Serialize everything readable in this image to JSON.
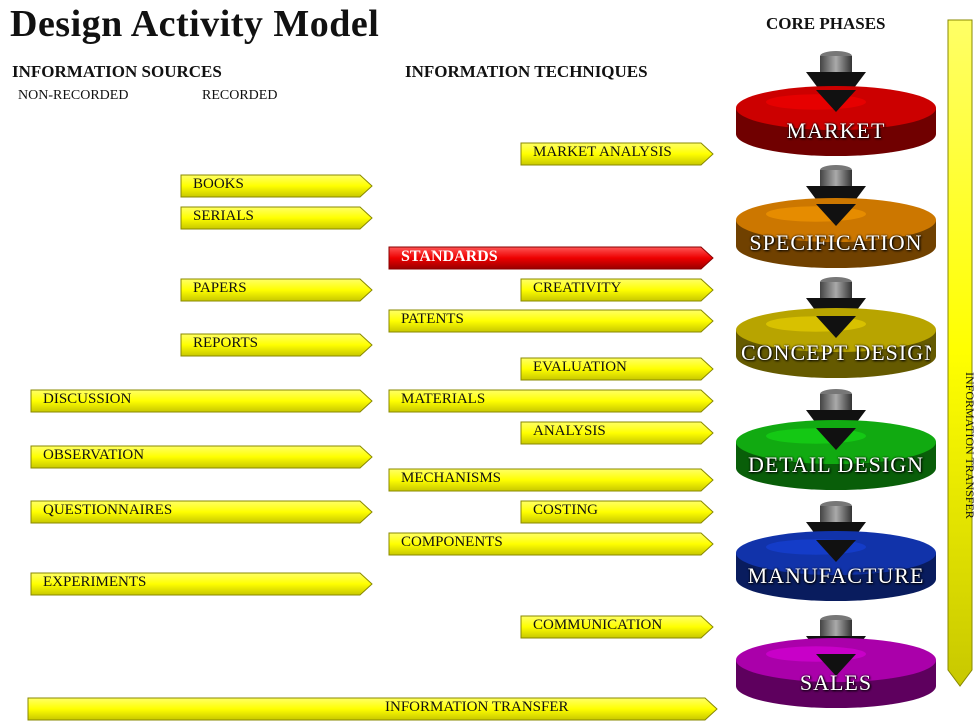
{
  "title": "Design Activity Model",
  "headers": {
    "sources": "INFORMATION SOURCES",
    "techniques": "INFORMATION TECHNIQUES",
    "core": "CORE PHASES",
    "non_recorded": "NON-RECORDED",
    "recorded": "RECORDED"
  },
  "colors": {
    "arrow_fill": "#ffff00",
    "arrow_red": "#ee0000",
    "market": "#cc0000",
    "specification": "#cc7700",
    "concept": "#b8a400",
    "detail": "#11aa11",
    "manufacture": "#1133aa",
    "sales": "#aa00aa",
    "down_arrow": "#555555"
  },
  "recorded_sources": [
    {
      "label": "BOOKS"
    },
    {
      "label": "SERIALS"
    },
    {
      "label": "PAPERS"
    },
    {
      "label": "REPORTS"
    }
  ],
  "non_recorded_sources": [
    {
      "label": "DISCUSSION"
    },
    {
      "label": "OBSERVATION"
    },
    {
      "label": "QUESTIONNAIRES"
    },
    {
      "label": "EXPERIMENTS"
    }
  ],
  "techniques_left": [
    {
      "label": "STANDARDS",
      "highlight": true
    },
    {
      "label": "PATENTS"
    },
    {
      "label": "MATERIALS"
    },
    {
      "label": "MECHANISMS"
    },
    {
      "label": "COMPONENTS"
    }
  ],
  "techniques_right": [
    {
      "label": "MARKET ANALYSIS"
    },
    {
      "label": "CREATIVITY"
    },
    {
      "label": "EVALUATION"
    },
    {
      "label": "ANALYSIS"
    },
    {
      "label": "COSTING"
    },
    {
      "label": "COMMUNICATION"
    }
  ],
  "information_transfer": "INFORMATION TRANSFER",
  "vertical_transfer": "INFORMATION TRANSFER",
  "phases": [
    {
      "label": "MARKET"
    },
    {
      "label": "SPECIFICATION"
    },
    {
      "label": "CONCEPT DESIGN"
    },
    {
      "label": "DETAIL DESIGN"
    },
    {
      "label": "MANUFACTURE"
    },
    {
      "label": "SALES"
    }
  ]
}
